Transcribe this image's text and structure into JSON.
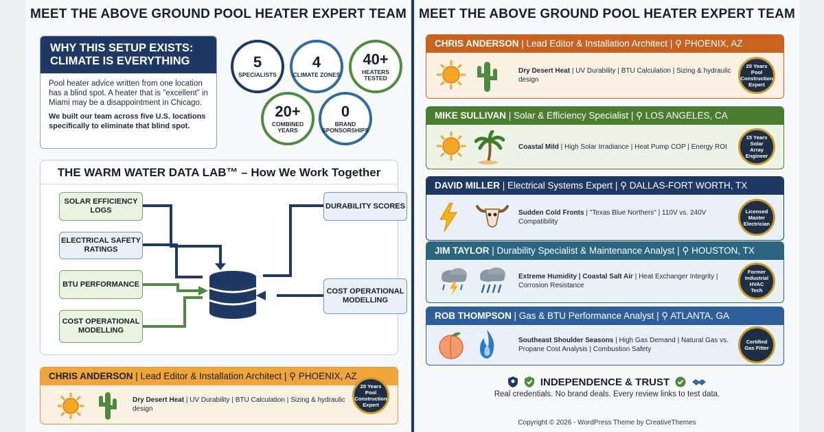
{
  "left": {
    "title": "MEET THE ABOVE GROUND POOL HEATER EXPERT TEAM",
    "why": {
      "heading_line1": "WHY THIS SETUP EXISTS:",
      "heading_line2": "CLIMATE IS EVERYTHING",
      "para": "Pool heater advice written from one location has a blind spot. A heater that is \"excellent\" in Miami may be a disappointment in Chicago.",
      "bold": "We built our team across five U.S. locations specifically to eliminate that blind spot."
    },
    "stats": [
      {
        "num": "5",
        "label": "SPECIALISTS"
      },
      {
        "num": "4",
        "label": "CLIMATE ZONES"
      },
      {
        "num": "40+",
        "label": "HEATERS TESTED"
      },
      {
        "num": "20+",
        "label": "COMBINED YEARS"
      },
      {
        "num": "0",
        "label": "BRAND SPONSORSHIPS"
      }
    ],
    "lab": {
      "title": "THE WARM WATER DATA LAB™ – How We Work Together",
      "inputs": [
        "SOLAR EFFICIENCY LOGS",
        "ELECTRICAL SAFETY RATINGS",
        "BTU PERFORMANCE",
        "COST OPERATIONAL MODELLING"
      ],
      "outputs": [
        "DURABILITY SCORES",
        "COST OPERATIONAL MODELLING"
      ]
    },
    "card": {
      "name": "CHRIS ANDERSON",
      "role": "Lead Editor & Installation Architect",
      "location": "PHOENIX, AZ",
      "strong": "Dry Desert Heat",
      "rest": "UV Durability | BTU Calculation | Sizing & hydraulic design",
      "seal": "20 Years Pool Construction Expert"
    }
  },
  "right": {
    "title": "MEET THE ABOVE GROUND POOL HEATER EXPERT TEAM",
    "experts": [
      {
        "name": "CHRIS ANDERSON",
        "role": "Lead Editor & Installation Architect",
        "location": "PHOENIX, AZ",
        "strong": "Dry Desert Heat",
        "rest": "UV Durability | BTU Calculation | Sizing & hydraulic design",
        "seal": "20 Years Pool Construction Expert",
        "color": "#c8631f",
        "bg": "#fbf0e4",
        "icons": [
          "sun-icon",
          "cactus-icon"
        ]
      },
      {
        "name": "MIKE SULLIVAN",
        "role": "Solar & Efficiency Specialist",
        "location": "LOS ANGELES, CA",
        "strong": "Coastal Mild",
        "rest": "High Solar Irradiance | Heat Pump COP | Energy ROI",
        "seal": "15 Years Solar Array Engineer",
        "color": "#4a7d2f",
        "bg": "#edf4e6",
        "icons": [
          "sun-icon",
          "palm-tree-icon"
        ]
      },
      {
        "name": "DAVID MILLER",
        "role": "Electrical Systems Expert",
        "location": "DALLAS-FORT WORTH, TX",
        "strong": "Sudden Cold Fronts",
        "rest": "\"Texas Blue Northers\" | 110V vs. 240V Compatibility",
        "seal": "Licensed Master Electrician",
        "color": "#1e3a64",
        "bg": "#eaf0f7",
        "icons": [
          "lightning-icon",
          "bull-skull-icon"
        ]
      },
      {
        "name": "JIM TAYLOR",
        "role": "Durability Specialist & Maintenance Analyst",
        "location": "HOUSTON, TX",
        "strong": "Extreme Humidity | Coastal Salt Air",
        "rest": "Heat Exchanger Integrity | Corrosion Resistance",
        "seal": "Former Industrial HVAC Tech",
        "color": "#2b6680",
        "bg": "#e9f1f5",
        "icons": [
          "storm-cloud-icon",
          "rain-cloud-icon"
        ]
      },
      {
        "name": "ROB THOMPSON",
        "role": "Gas & BTU Performance Analyst",
        "location": "ATLANTA, GA",
        "strong": "Southeast Shoulder Seasons",
        "rest": "High Gas Demand | Natural Gas vs. Propane Cost Analysis | Combustion Safety",
        "seal": "Certified Gas Fitter",
        "color": "#2f5f9a",
        "bg": "#e9f0f8",
        "icons": [
          "peach-icon",
          "gas-flame-icon"
        ]
      }
    ],
    "trust": {
      "title": "INDEPENDENCE & TRUST",
      "subtitle": "Real credentials. No brand deals. Every review links to test data."
    },
    "copyright": "Copyright © 2026 - WordPress Theme by CreativeThemes"
  }
}
